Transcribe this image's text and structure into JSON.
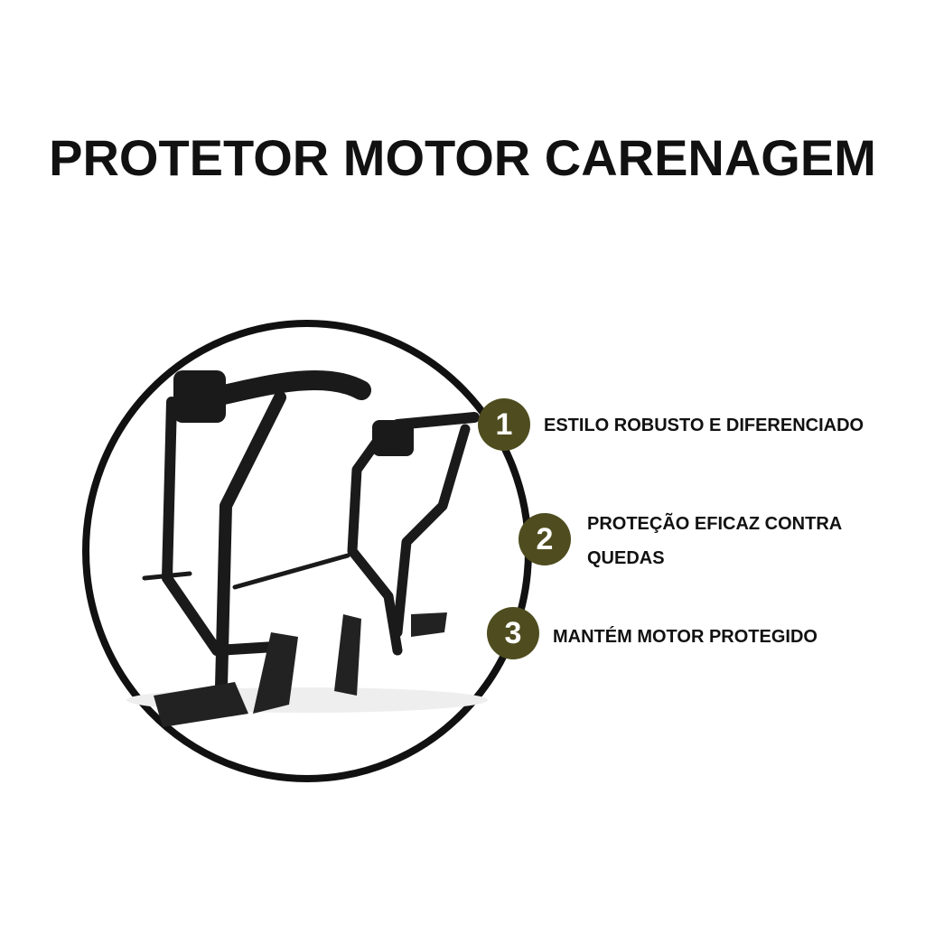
{
  "title": "PROTETOR MOTOR CARENAGEM",
  "accent_color": "#4f4d1f",
  "features": [
    {
      "number": "1",
      "text": "ESTILO ROBUSTO E DIFERENCIADO"
    },
    {
      "number": "2",
      "text_line1": "PROTEÇÃO EFICAZ CONTRA",
      "text_line2": "QUEDAS"
    },
    {
      "number": "3",
      "text": "MANTÉM MOTOR PROTEGIDO"
    }
  ]
}
